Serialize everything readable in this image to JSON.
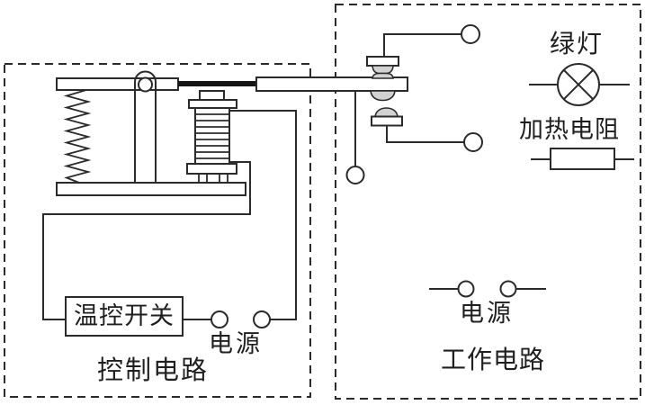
{
  "figure": {
    "type": "electromagnetic-relay-circuit-diagram",
    "control_circuit": {
      "label": "控制电路",
      "thermal_switch_label": "温控开关",
      "power_label": "电源",
      "components": [
        "spring",
        "armature",
        "pivot",
        "electromagnet-coil",
        "base-plate",
        "thermal-switch",
        "power-terminals"
      ]
    },
    "working_circuit": {
      "label": "工作电路",
      "green_lamp_label": "绿灯",
      "heating_resistor_label": "加热电阻",
      "power_label": "电源",
      "components": [
        "upper-contact-closed",
        "lower-contact-open",
        "moving-contact-arm",
        "terminals",
        "green-lamp",
        "heating-resistor",
        "power-terminals"
      ]
    },
    "colors": {
      "line": "#2b2b2b",
      "link_bar": "#151515",
      "contact_fill": "#d2d2d2",
      "background": "#ffffff"
    }
  }
}
